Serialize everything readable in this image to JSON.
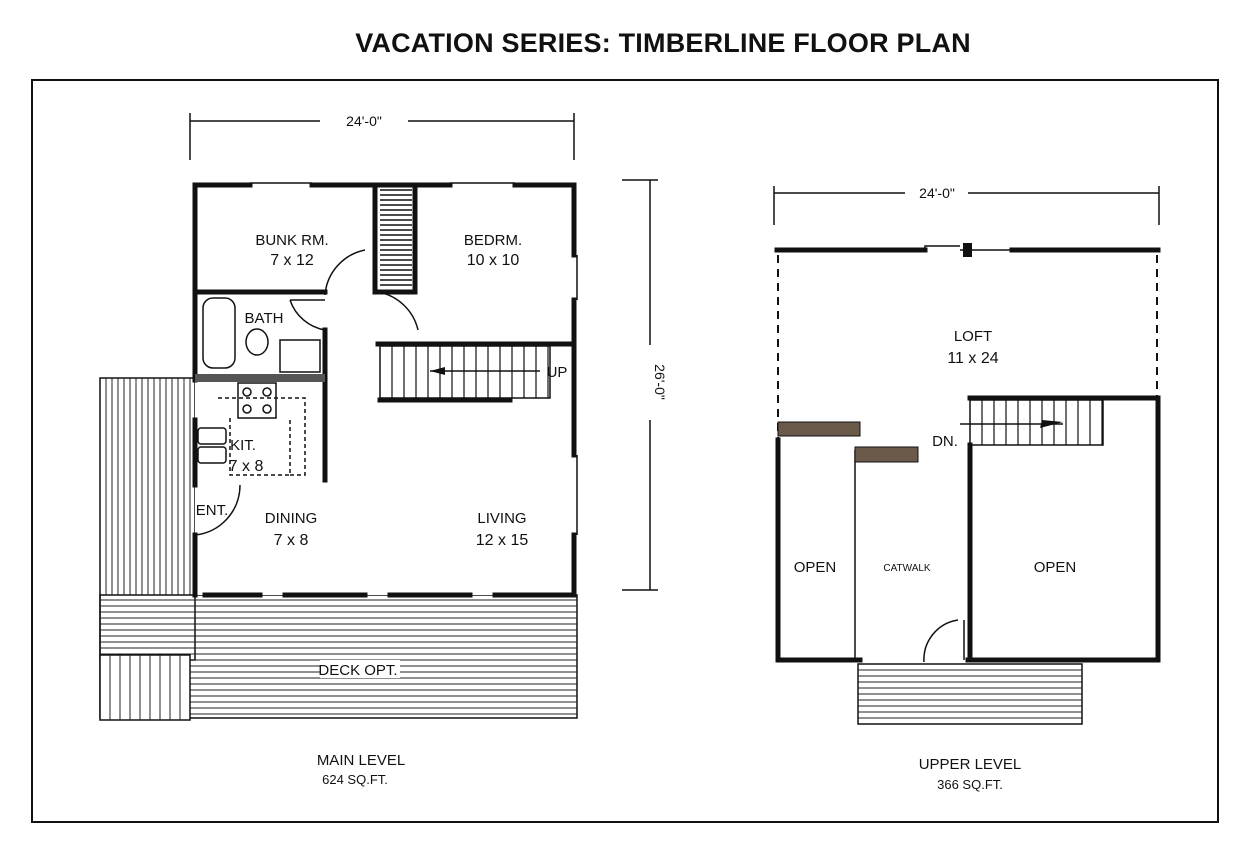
{
  "title": "VACATION SERIES: TIMBERLINE FLOOR PLAN",
  "main_level": {
    "name": "MAIN LEVEL",
    "area": "624 SQ.FT.",
    "width_dim": "24'-0\"",
    "depth_dim": "26'-0\"",
    "rooms": [
      {
        "name": "BUNK RM.",
        "size": "7 x 12"
      },
      {
        "name": "BEDRM.",
        "size": "10 x 10"
      },
      {
        "name": "BATH"
      },
      {
        "name": "KIT.",
        "size": "7 x 8"
      },
      {
        "name": "ENT."
      },
      {
        "name": "DINING",
        "size": "7 x 8"
      },
      {
        "name": "LIVING",
        "size": "12 x 15"
      }
    ],
    "stair_label": "UP",
    "deck_label": "DECK OPT."
  },
  "upper_level": {
    "name": "UPPER LEVEL",
    "area": "366 SQ.FT.",
    "width_dim": "24'-0\"",
    "rooms": [
      {
        "name": "LOFT",
        "size": "11 x 24"
      },
      {
        "name": "OPEN"
      },
      {
        "name": "OPEN"
      }
    ],
    "stair_label": "DN.",
    "catwalk_label": "CATWALK"
  }
}
